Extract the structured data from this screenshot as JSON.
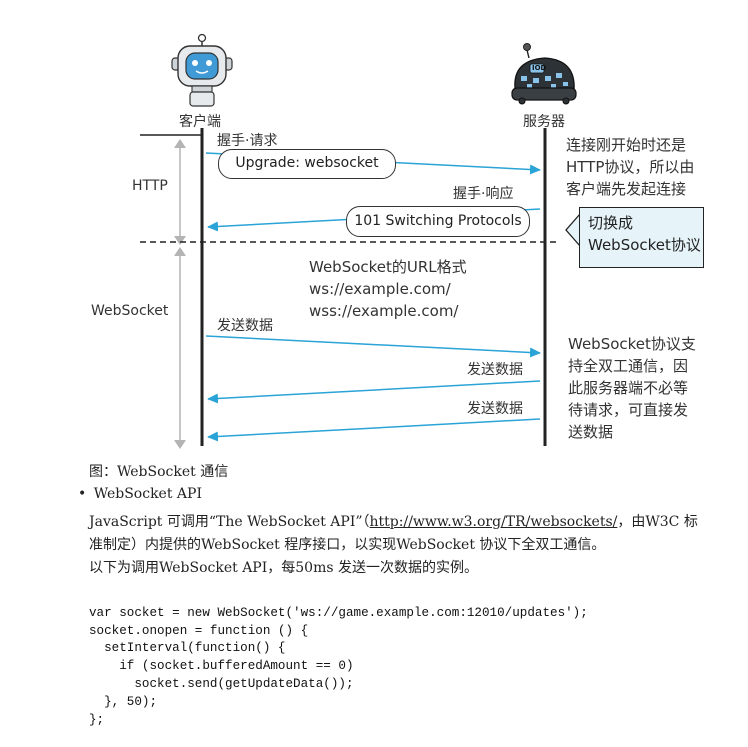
{
  "diagram": {
    "client_label": "客户端",
    "server_label": "服务器",
    "http_label": "HTTP",
    "websocket_label": "WebSocket",
    "handshake_request": "握手·请求",
    "upgrade_header": "Upgrade: websocket",
    "handshake_response": "握手·响应",
    "switching_protocols": "101 Switching Protocols",
    "note_http_lines": [
      "连接刚开始时还是",
      "HTTP协议，所以由",
      "客户端先发起连接"
    ],
    "note_switch_lines": [
      "切换成",
      "WebSocket协议"
    ],
    "url_format_lines": [
      "WebSocket的URL格式",
      "ws://example.com/",
      "wss://example.com/"
    ],
    "send_data_client": "发送数据",
    "send_data_server_1": "发送数据",
    "send_data_server_2": "发送数据",
    "note_ws_lines": [
      "WebSocket协议支",
      "持全双工通信，因",
      "此服务器端不必等",
      "待请求，可直接发",
      "送数据"
    ],
    "robot_badge": "IOD"
  },
  "caption": "图：WebSocket 通信",
  "section": {
    "bullet": "•",
    "title": "WebSocket API",
    "para1_prefix": "JavaScript 可调用“The WebSocket API”（",
    "para1_link": "http://www.w3.org/TR/websockets/",
    "para1_suffix": "，由W3C 标",
    "para1_line2": "准制定）内提供的WebSocket 程序接口，以实现WebSocket 协议下全双工通信。",
    "para2": "以下为调用WebSocket API，每50ms 发送一次数据的实例。"
  },
  "code_lines": [
    "var socket = new WebSocket('ws://game.example.com:12010/updates');",
    "socket.onopen = function () {",
    "  setInterval(function() {",
    "    if (socket.bufferedAmount == 0)",
    "      socket.send(getUpdateData());",
    "  }, 50);",
    "};"
  ],
  "colors": {
    "arrow": "#2aa3d6",
    "timeline": "#222222",
    "bracket": "#b4b4b4",
    "callout_bg": "#e6f4fa",
    "robot_blue": "#3f9ad6"
  }
}
